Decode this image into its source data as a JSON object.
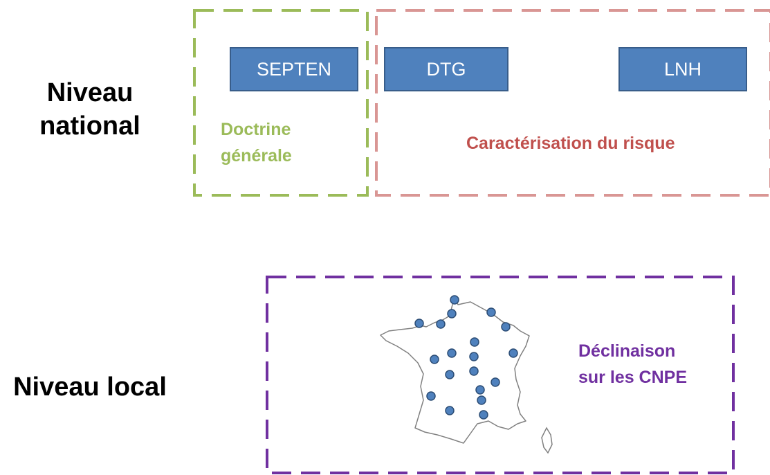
{
  "levels": {
    "national": {
      "line1": "Niveau",
      "line2": "national"
    },
    "local": "Niveau local"
  },
  "national": {
    "orgs": [
      "SEPTEN",
      "DTG",
      "LNH"
    ],
    "doctrine": {
      "line1": "Doctrine",
      "line2": "générale",
      "color": "#9bbb59"
    },
    "risk": {
      "label": "Caractérisation du risque",
      "color": "#c0504d",
      "border": "#d99694"
    }
  },
  "local": {
    "caption": {
      "line1": "Déclinaison",
      "line2": "sur les CNPE",
      "color": "#7030a0"
    },
    "border": "#7030a0",
    "map": {
      "region": "France",
      "dot_color": "#4f81bd",
      "dot_count": 19
    }
  },
  "colors": {
    "org_fill": "#4f81bd",
    "org_border": "#385d8a"
  }
}
